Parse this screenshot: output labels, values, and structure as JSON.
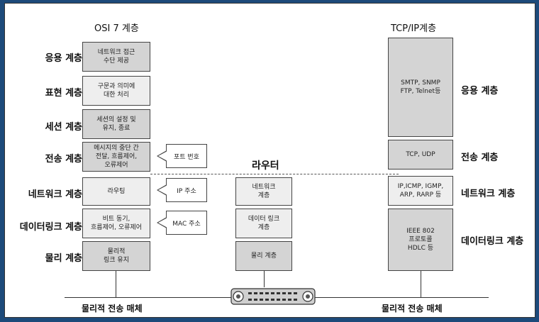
{
  "osi": {
    "title": "OSI 7 계층",
    "layers": [
      {
        "label": "응용 계층",
        "box": "네트워크 접근\n수단 제공"
      },
      {
        "label": "표현 계층",
        "box": "구문과 의미에\n대한 처리"
      },
      {
        "label": "세션 계층",
        "box": "세션의 설정 및\n유지, 종료"
      },
      {
        "label": "전송 계층",
        "box": "메시지의 중단 간\n전달, 흐름제어,\n오류제어"
      },
      {
        "label": "네트워크 계층",
        "box": "라우팅"
      },
      {
        "label": "데이터링크 계층",
        "box": "비트 동기,\n흐름제어, 오류제어"
      },
      {
        "label": "물리 계층",
        "box": "물리적\n링크 유지"
      }
    ],
    "callouts": [
      "포트 번호",
      "IP 주소",
      "MAC 주소"
    ]
  },
  "router": {
    "title": "라우터",
    "boxes": [
      "네트워크\n계층",
      "데이터 링크\n계층",
      "물리 계층"
    ]
  },
  "tcpip": {
    "title": "TCP/IP계층",
    "layers": [
      {
        "label": "응용 계층",
        "box": "SMTP, SNMP\nFTP, Telnet등"
      },
      {
        "label": "전송 계층",
        "box": "TCP, UDP"
      },
      {
        "label": "네트워크 계층",
        "box": "IP,ICMP, IGMP,\nARP, RARP 등"
      },
      {
        "label": "데이터링크 계층",
        "box": "IEEE 802\n프로토콜\nHDLC 등"
      }
    ]
  },
  "media": {
    "left": "물리적 전송 매체",
    "right": "물리적 전송 매체"
  }
}
